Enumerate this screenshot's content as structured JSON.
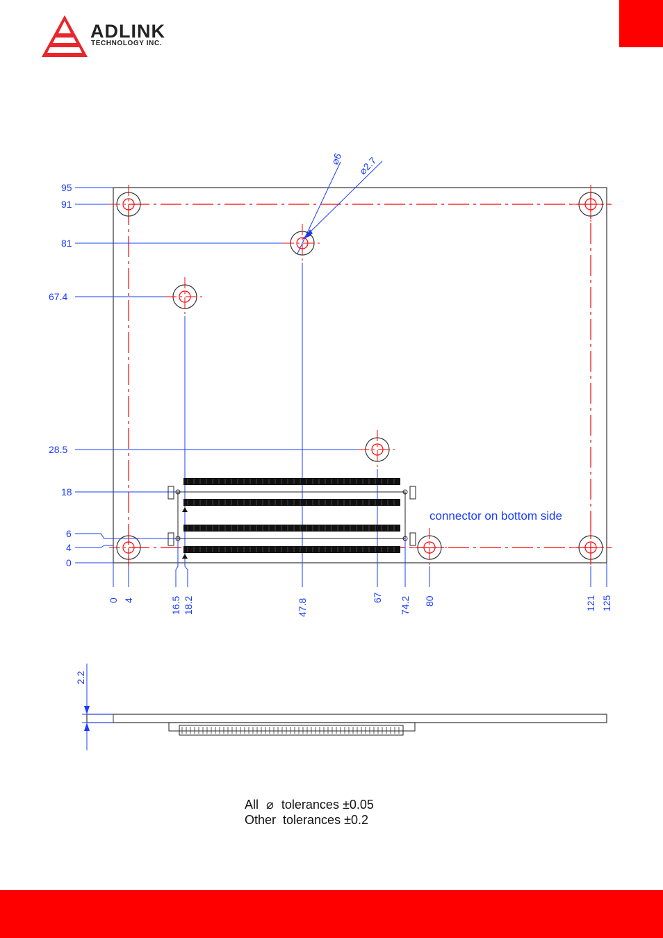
{
  "header": {
    "brand": "ADLINK",
    "brand_sub": "TECHNOLOGY INC.",
    "accent_color": "#ff0000"
  },
  "drawing": {
    "dimensions_y": [
      "95",
      "91",
      "81",
      "67.4",
      "28.5",
      "18",
      "6",
      "4",
      "0"
    ],
    "dimensions_x": [
      "0",
      "4",
      "16.5",
      "18.2",
      "47.8",
      "67",
      "74.2",
      "80",
      "121",
      "125"
    ],
    "hole_diameter_1": "⌀6",
    "hole_diameter_2": "⌀2.7",
    "connector_note": "connector on bottom side",
    "side_height": "2.2"
  },
  "tolerances": {
    "line1_prefix": "All",
    "line1_symbol": "⌀",
    "line1_suffix": "tolerances ±0.05",
    "line2": "Other  tolerances ±0.2"
  },
  "colors": {
    "dimension": "#1a3cff",
    "centerline": "#ff0000",
    "outline": "#333333",
    "connector": "#111111"
  }
}
